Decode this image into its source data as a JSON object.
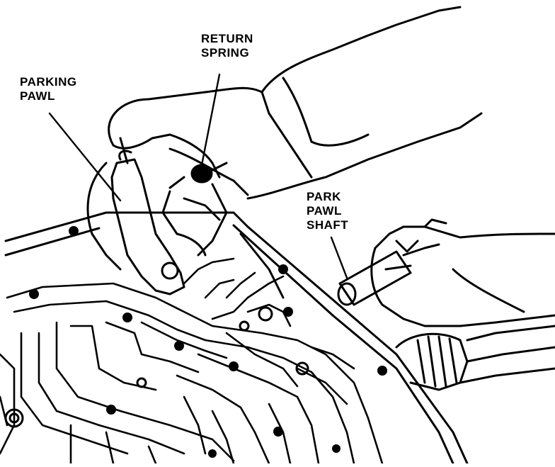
{
  "labels": {
    "return_spring_line1": "RETURN",
    "return_spring_line2": "SPRING",
    "parking_pawl_line1": "PARKING",
    "parking_pawl_line2": "PAWL",
    "park_pawl_shaft_line1": "PARK",
    "park_pawl_shaft_line2": "PAWL",
    "park_pawl_shaft_line3": "SHAFT"
  },
  "colors": {
    "ink": "#000000",
    "paper": "#ffffff"
  }
}
